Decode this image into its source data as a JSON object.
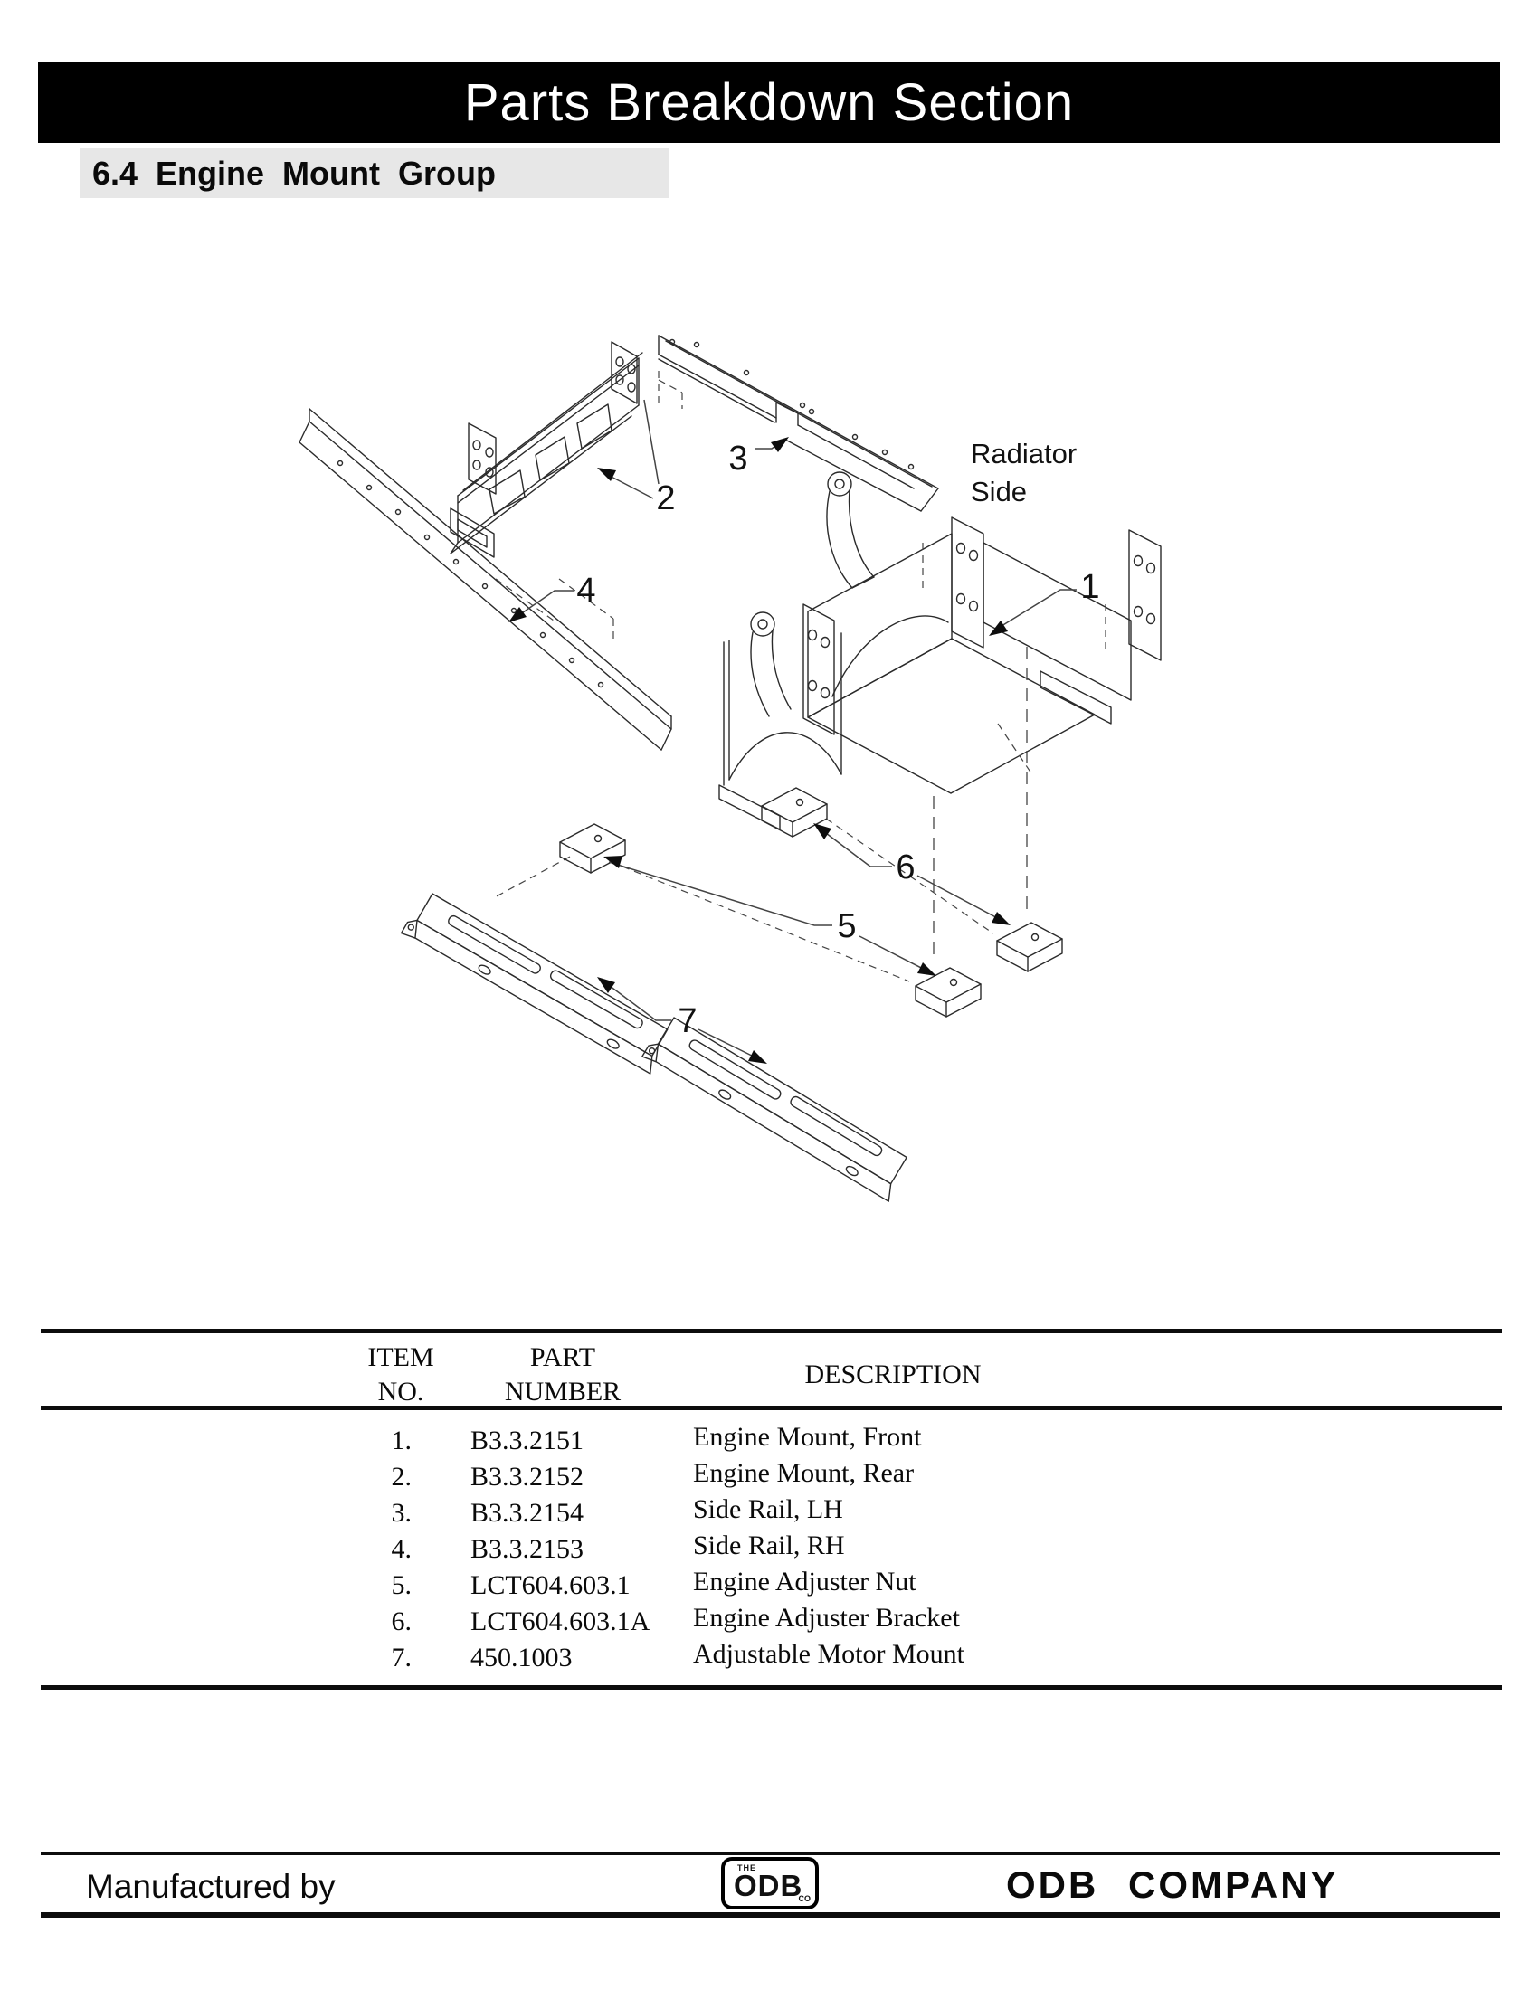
{
  "header": {
    "title": "Parts Breakdown Section"
  },
  "section": {
    "title": "6.4 Engine Mount Group"
  },
  "diagram": {
    "radiator_line1": "Radiator",
    "radiator_line2": "Side",
    "callouts": [
      "1",
      "2",
      "3",
      "4",
      "5",
      "6",
      "7"
    ]
  },
  "table": {
    "headers": {
      "item_line1": "ITEM",
      "item_line2": "NO.",
      "part_line1": "PART",
      "part_line2": "NUMBER",
      "description": "DESCRIPTION"
    },
    "rows": [
      {
        "item": "1.",
        "part": "B3.3.2151",
        "description": "Engine Mount, Front"
      },
      {
        "item": "2.",
        "part": "B3.3.2152",
        "description": "Engine Mount, Rear"
      },
      {
        "item": "3.",
        "part": "B3.3.2154",
        "description": "Side Rail, LH"
      },
      {
        "item": "4.",
        "part": "B3.3.2153",
        "description": "Side Rail, RH"
      },
      {
        "item": "5.",
        "part": "LCT604.603.1",
        "description": "Engine Adjuster Nut"
      },
      {
        "item": "6.",
        "part": "LCT604.603.1A",
        "description": "Engine Adjuster Bracket"
      },
      {
        "item": "7.",
        "part": "450.1003",
        "description": "Adjustable Motor Mount"
      }
    ]
  },
  "footer": {
    "manufactured_by": "Manufactured by",
    "logo": {
      "the": "THE",
      "odb": "ODB",
      "co": "CO"
    },
    "company": "ODB COMPANY"
  }
}
